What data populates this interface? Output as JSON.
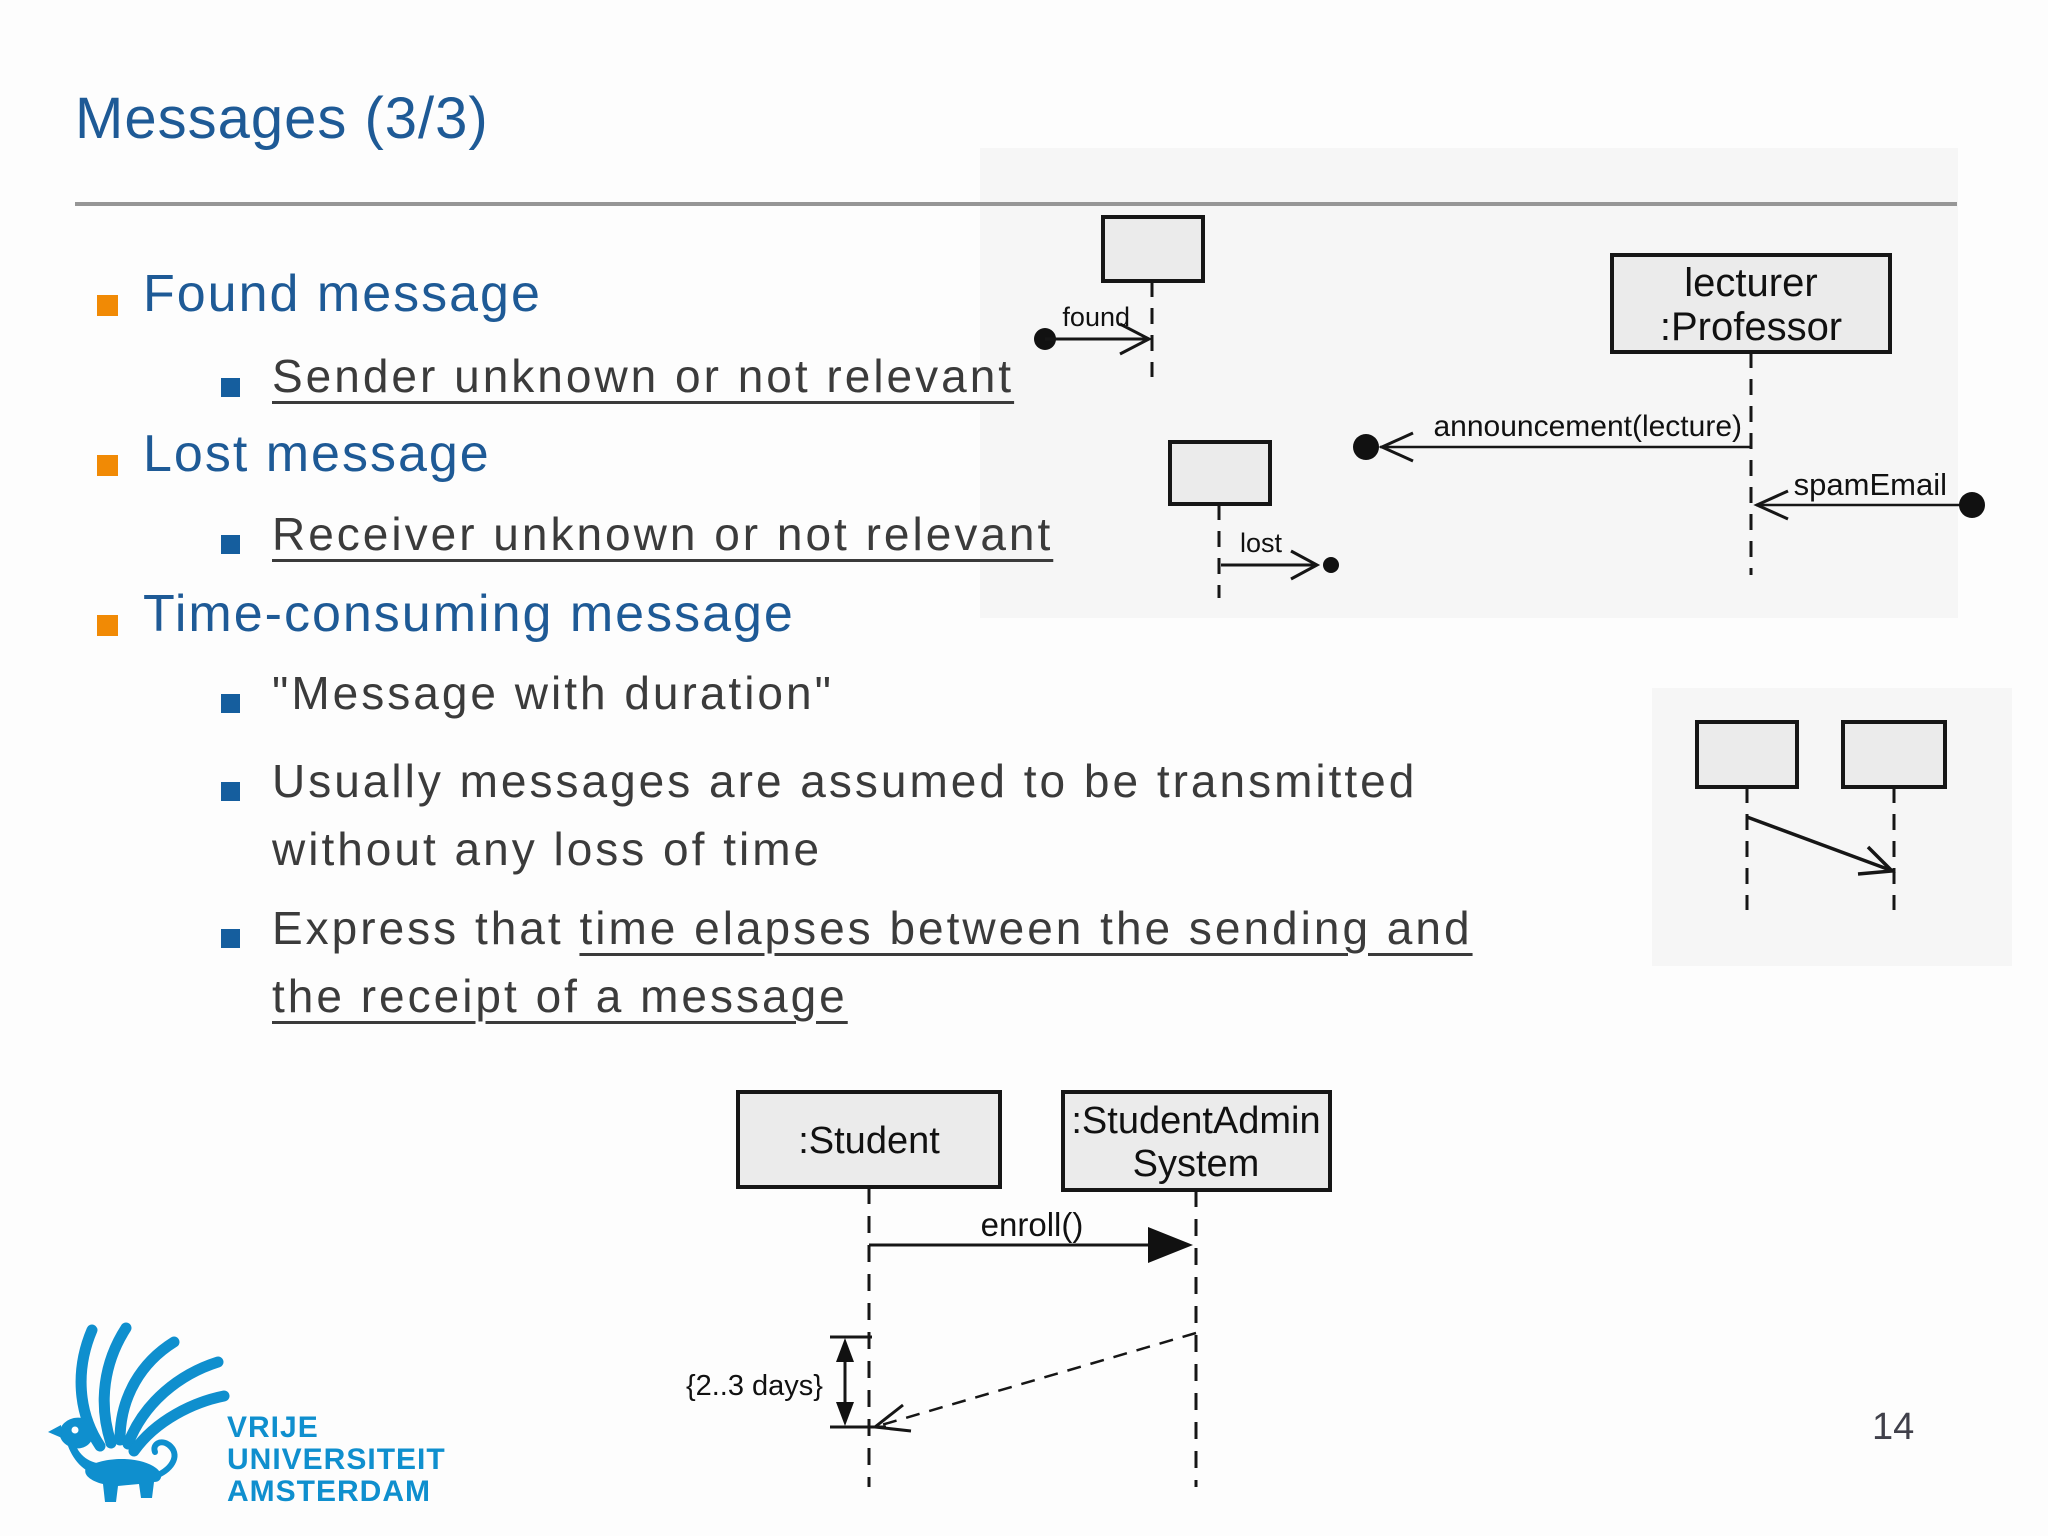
{
  "title": "Messages (3/3)",
  "page_number": "14",
  "colors": {
    "title_blue": "#1e5a96",
    "bullet_orange": "#f18a05",
    "sub_bullet_blue": "#155e9e",
    "body_gray": "#3b3b3b",
    "logo_blue": "#0f8fce",
    "diagram_box_fill": "#ebebeb"
  },
  "bullets": {
    "found": "Found message",
    "sender": "Sender unknown or not relevant",
    "lost": "Lost message",
    "receiver": "Receiver unknown or not relevant",
    "time_consuming": "Time-consuming message",
    "duration_quote": "\"Message with duration\"",
    "usually_line1": "Usually messages are assumed to be transmitted",
    "usually_line2": "without any loss of time",
    "express_prefix": "Express that ",
    "express_underline1": "time elapses between the sending and",
    "express_line2": "the receipt of a message"
  },
  "diagrams": {
    "found": {
      "message_label": "found"
    },
    "lost": {
      "message_label": "lost"
    },
    "professor": {
      "object_line1": "lecturer",
      "object_line2": ":Professor",
      "message1": "announcement(lecture)",
      "message2": "spamEmail"
    },
    "student": {
      "object1": ":Student",
      "object2_line1": ":StudentAdmin",
      "object2_line2": "System",
      "message": "enroll()",
      "duration_label": "{2..3 days}"
    }
  },
  "logo": {
    "line1": "VRIJE",
    "line2": "UNIVERSITEIT",
    "line3": "AMSTERDAM"
  }
}
